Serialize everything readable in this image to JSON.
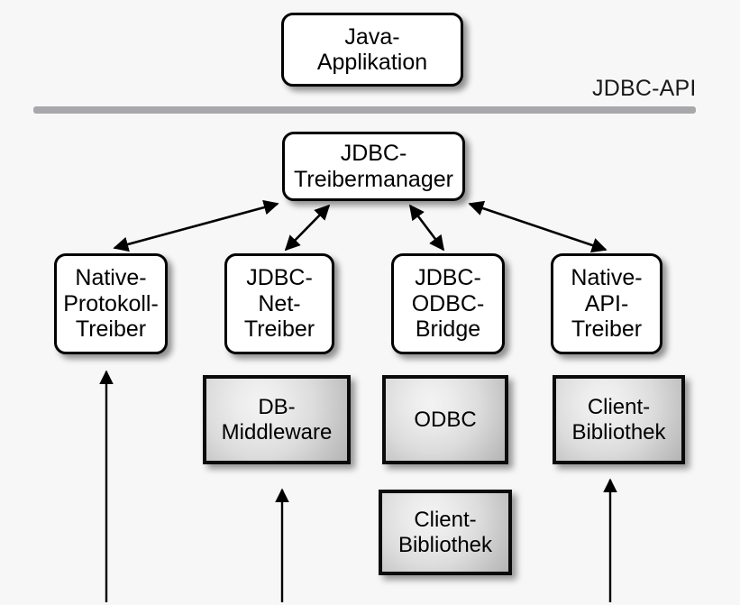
{
  "diagram": {
    "title_label": "JDBC-API",
    "background_color": "#f7f7f7",
    "rule_color": "#a8a8ac",
    "nodes": {
      "java_app": {
        "label": "Java-\nApplikation",
        "style": "white-rounded"
      },
      "driver_manager": {
        "label": "JDBC-\nTreibermanager",
        "style": "white-rounded"
      },
      "native_protocol": {
        "label": "Native-\nProtokoll-\nTreiber",
        "style": "white-rounded"
      },
      "jdbc_net": {
        "label": "JDBC-\nNet-\nTreiber",
        "style": "white-rounded"
      },
      "jdbc_odbc": {
        "label": "JDBC-\nODBC-\nBridge",
        "style": "white-rounded"
      },
      "native_api": {
        "label": "Native-\nAPI-\nTreiber",
        "style": "white-rounded"
      },
      "db_middleware": {
        "label": "DB-\nMiddleware",
        "style": "gray-rect"
      },
      "odbc": {
        "label": "ODBC",
        "style": "gray-rect"
      },
      "client_lib_right": {
        "label": "Client-\nBibliothek",
        "style": "gray-rect"
      },
      "client_lib_center": {
        "label": "Client-\nBibliothek",
        "style": "gray-rect"
      }
    }
  }
}
